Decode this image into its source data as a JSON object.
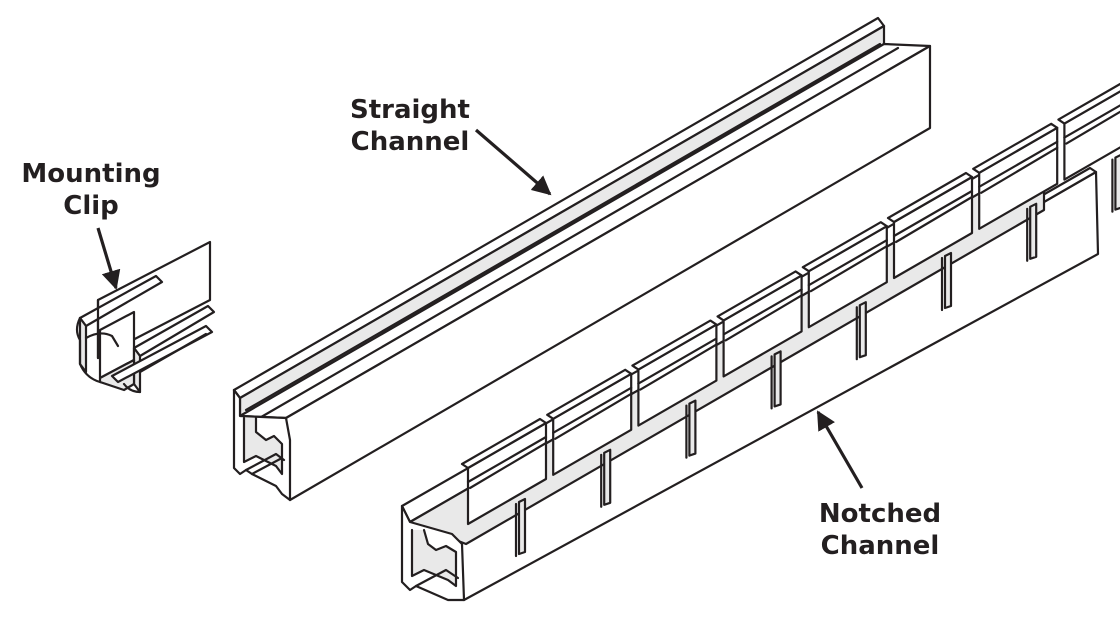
{
  "labels": {
    "mounting_clip": [
      "Mounting",
      "Clip"
    ],
    "straight_channel": [
      "Straight",
      "Channel"
    ],
    "notched_channel": [
      "Notched",
      "Channel"
    ]
  },
  "colors": {
    "ink": "#231f20",
    "face": "#ffffff",
    "shade": "#e9e9e9",
    "dark": "#cfcfcf"
  },
  "notched_channel": {
    "notch_count": 8
  }
}
